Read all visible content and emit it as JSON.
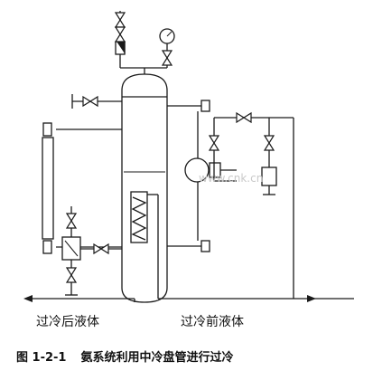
{
  "labels": {
    "subcooled_liquid_out": "过冷后液体",
    "liquid_before_subcooling": "过冷前液体"
  },
  "caption": {
    "number": "图 1-2-1",
    "title": "氨系统利用中冷盘管进行过冷"
  },
  "watermark": "www.cnk.cn",
  "icons": [
    "pressure-gauge-icon",
    "safety-valve-icon",
    "globe-valve-icon",
    "float-level-switch-icon",
    "coil-icon"
  ],
  "colors": {
    "line": "#1a1a1a",
    "background": "#ffffff",
    "text": "#111111"
  }
}
